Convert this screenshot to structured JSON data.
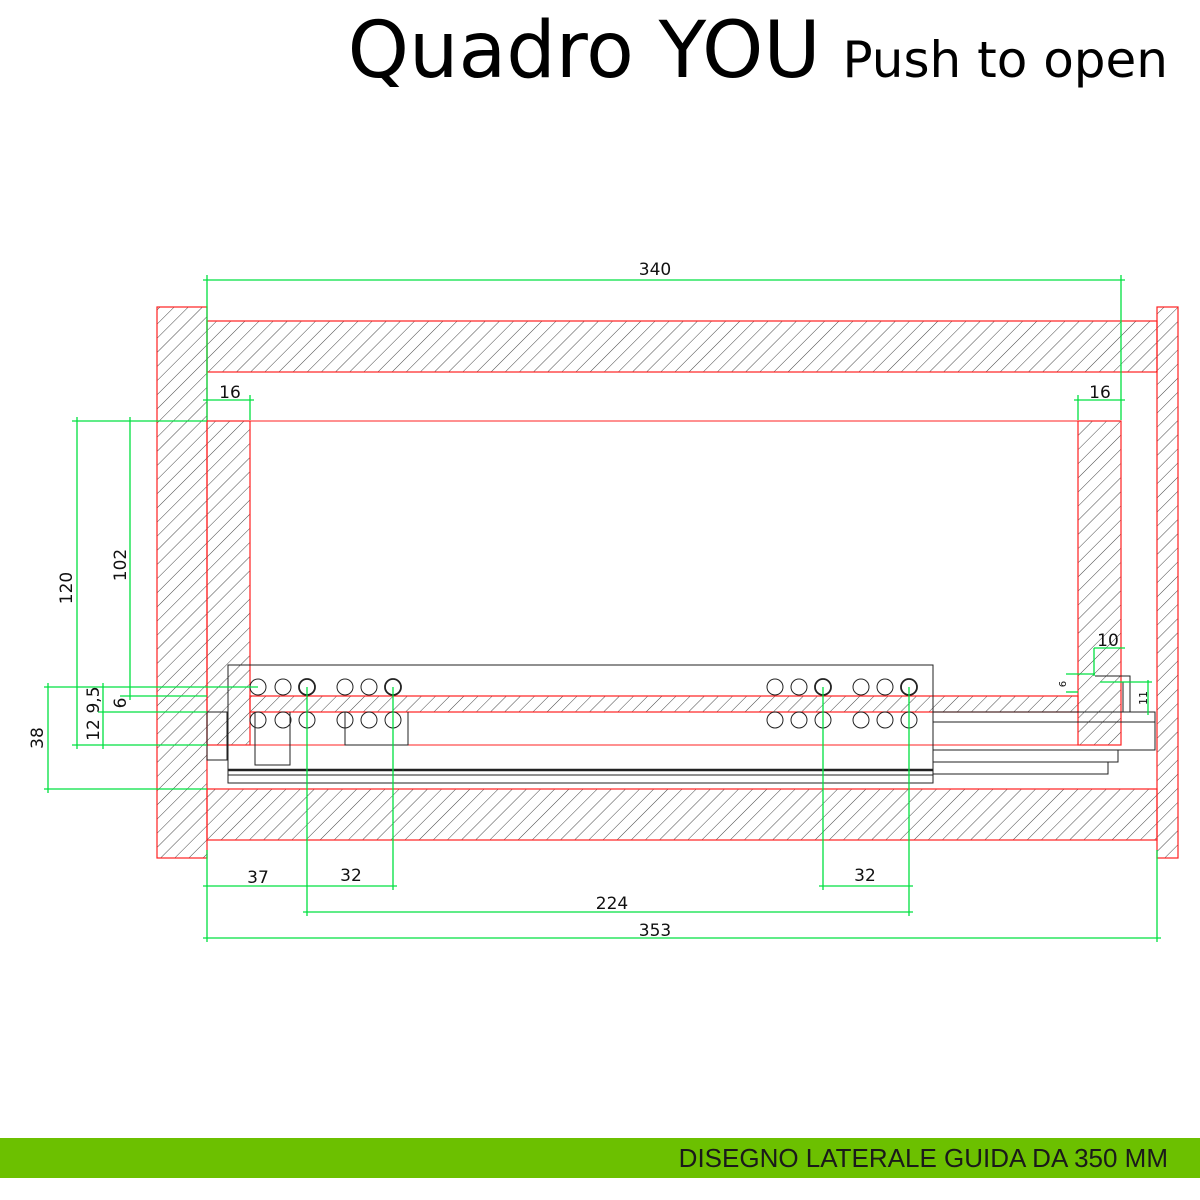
{
  "title": {
    "product": "Quadro YOU",
    "subtitle": "Push to open"
  },
  "dimensions": {
    "overall_inner_width": "340",
    "side_left": "16",
    "side_right": "16",
    "height_120": "120",
    "height_102": "102",
    "height_38": "38",
    "height_12": "12",
    "height_9_5": "9,5",
    "height_6": "6",
    "rear_10": "10",
    "rear_6": "6",
    "rear_11": "11",
    "front_37": "37",
    "hole_spacing_front": "32",
    "hole_spacing_rear": "32",
    "hole_span": "224",
    "overall_353": "353"
  },
  "footer": {
    "caption": "DISEGNO LATERALE GUIDA DA 350 MM"
  },
  "colors": {
    "accent": "#6cc000",
    "dimension": "#00e040",
    "section": "#ff0000"
  }
}
